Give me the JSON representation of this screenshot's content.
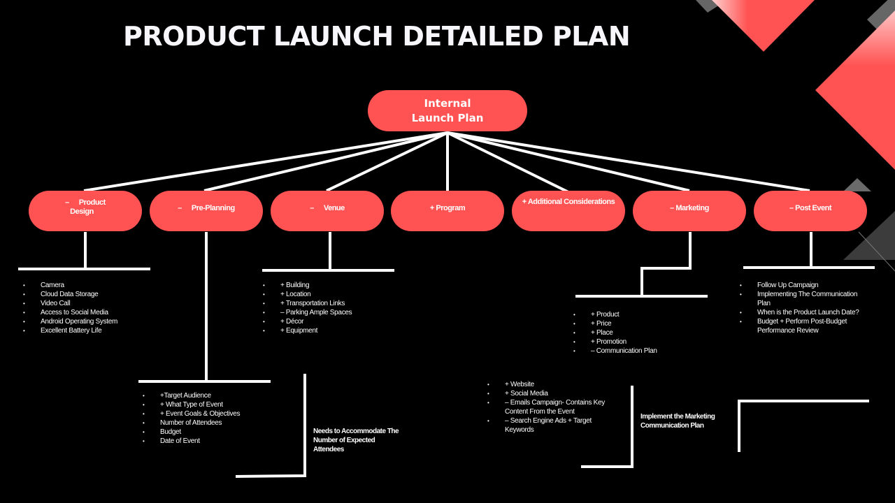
{
  "title": "PRODUCT LAUNCH DETAILED PLAN",
  "colors": {
    "background": "#000000",
    "node_fill": "#ff5252",
    "connector": "#ffffff",
    "decor_gray": "#555555"
  },
  "root": {
    "line1": "Internal",
    "line2": "Launch Plan"
  },
  "children": [
    {
      "id": "product-design",
      "prefix": "–",
      "label": "Product",
      "label2": "Design"
    },
    {
      "id": "pre-planning",
      "prefix": "–",
      "label": "Pre-Planning"
    },
    {
      "id": "venue",
      "prefix": "–",
      "label": "Venue"
    },
    {
      "id": "program",
      "label": "+ Program"
    },
    {
      "id": "additional",
      "label": "+ Additional Considerations"
    },
    {
      "id": "marketing",
      "label": "– Marketing"
    },
    {
      "id": "post-event",
      "label": "– Post Event"
    }
  ],
  "lists": {
    "product_design": [
      "Camera",
      "Cloud Data Storage",
      "Video Call",
      "Access to Social Media",
      "Android Operating System",
      "Excellent Battery Life"
    ],
    "venue": [
      "+ Building",
      "+ Location",
      "+ Transportation Links",
      "– Parking Ample Spaces",
      "+ Décor",
      "+ Equipment"
    ],
    "marketing_4p": [
      "+ Product",
      "+ Price",
      "+ Place",
      "+ Promotion",
      "– Communication Plan"
    ],
    "post_event": [
      "Follow Up Campaign",
      "Implementing The Communication Plan",
      "When is the Product Launch Date?",
      "Budget + Perform Post-Budget Performance Review"
    ],
    "pre_planning": [
      "+Target Audience",
      "+ What Type of Event",
      "+ Event Goals & Objectives",
      "Number of Attendees",
      "Budget",
      "Date of Event"
    ],
    "marketing_channels": [
      "+ Website",
      "+ Social Media",
      "– Emails Campaign- Contains Key Content From the Event",
      "– Search Engine Ads + Target Keywords"
    ]
  },
  "notes": {
    "attendees": "Needs to Accommodate The Number of Expected Attendees",
    "marketing_plan": "Implement the  Marketing Communication Plan"
  }
}
